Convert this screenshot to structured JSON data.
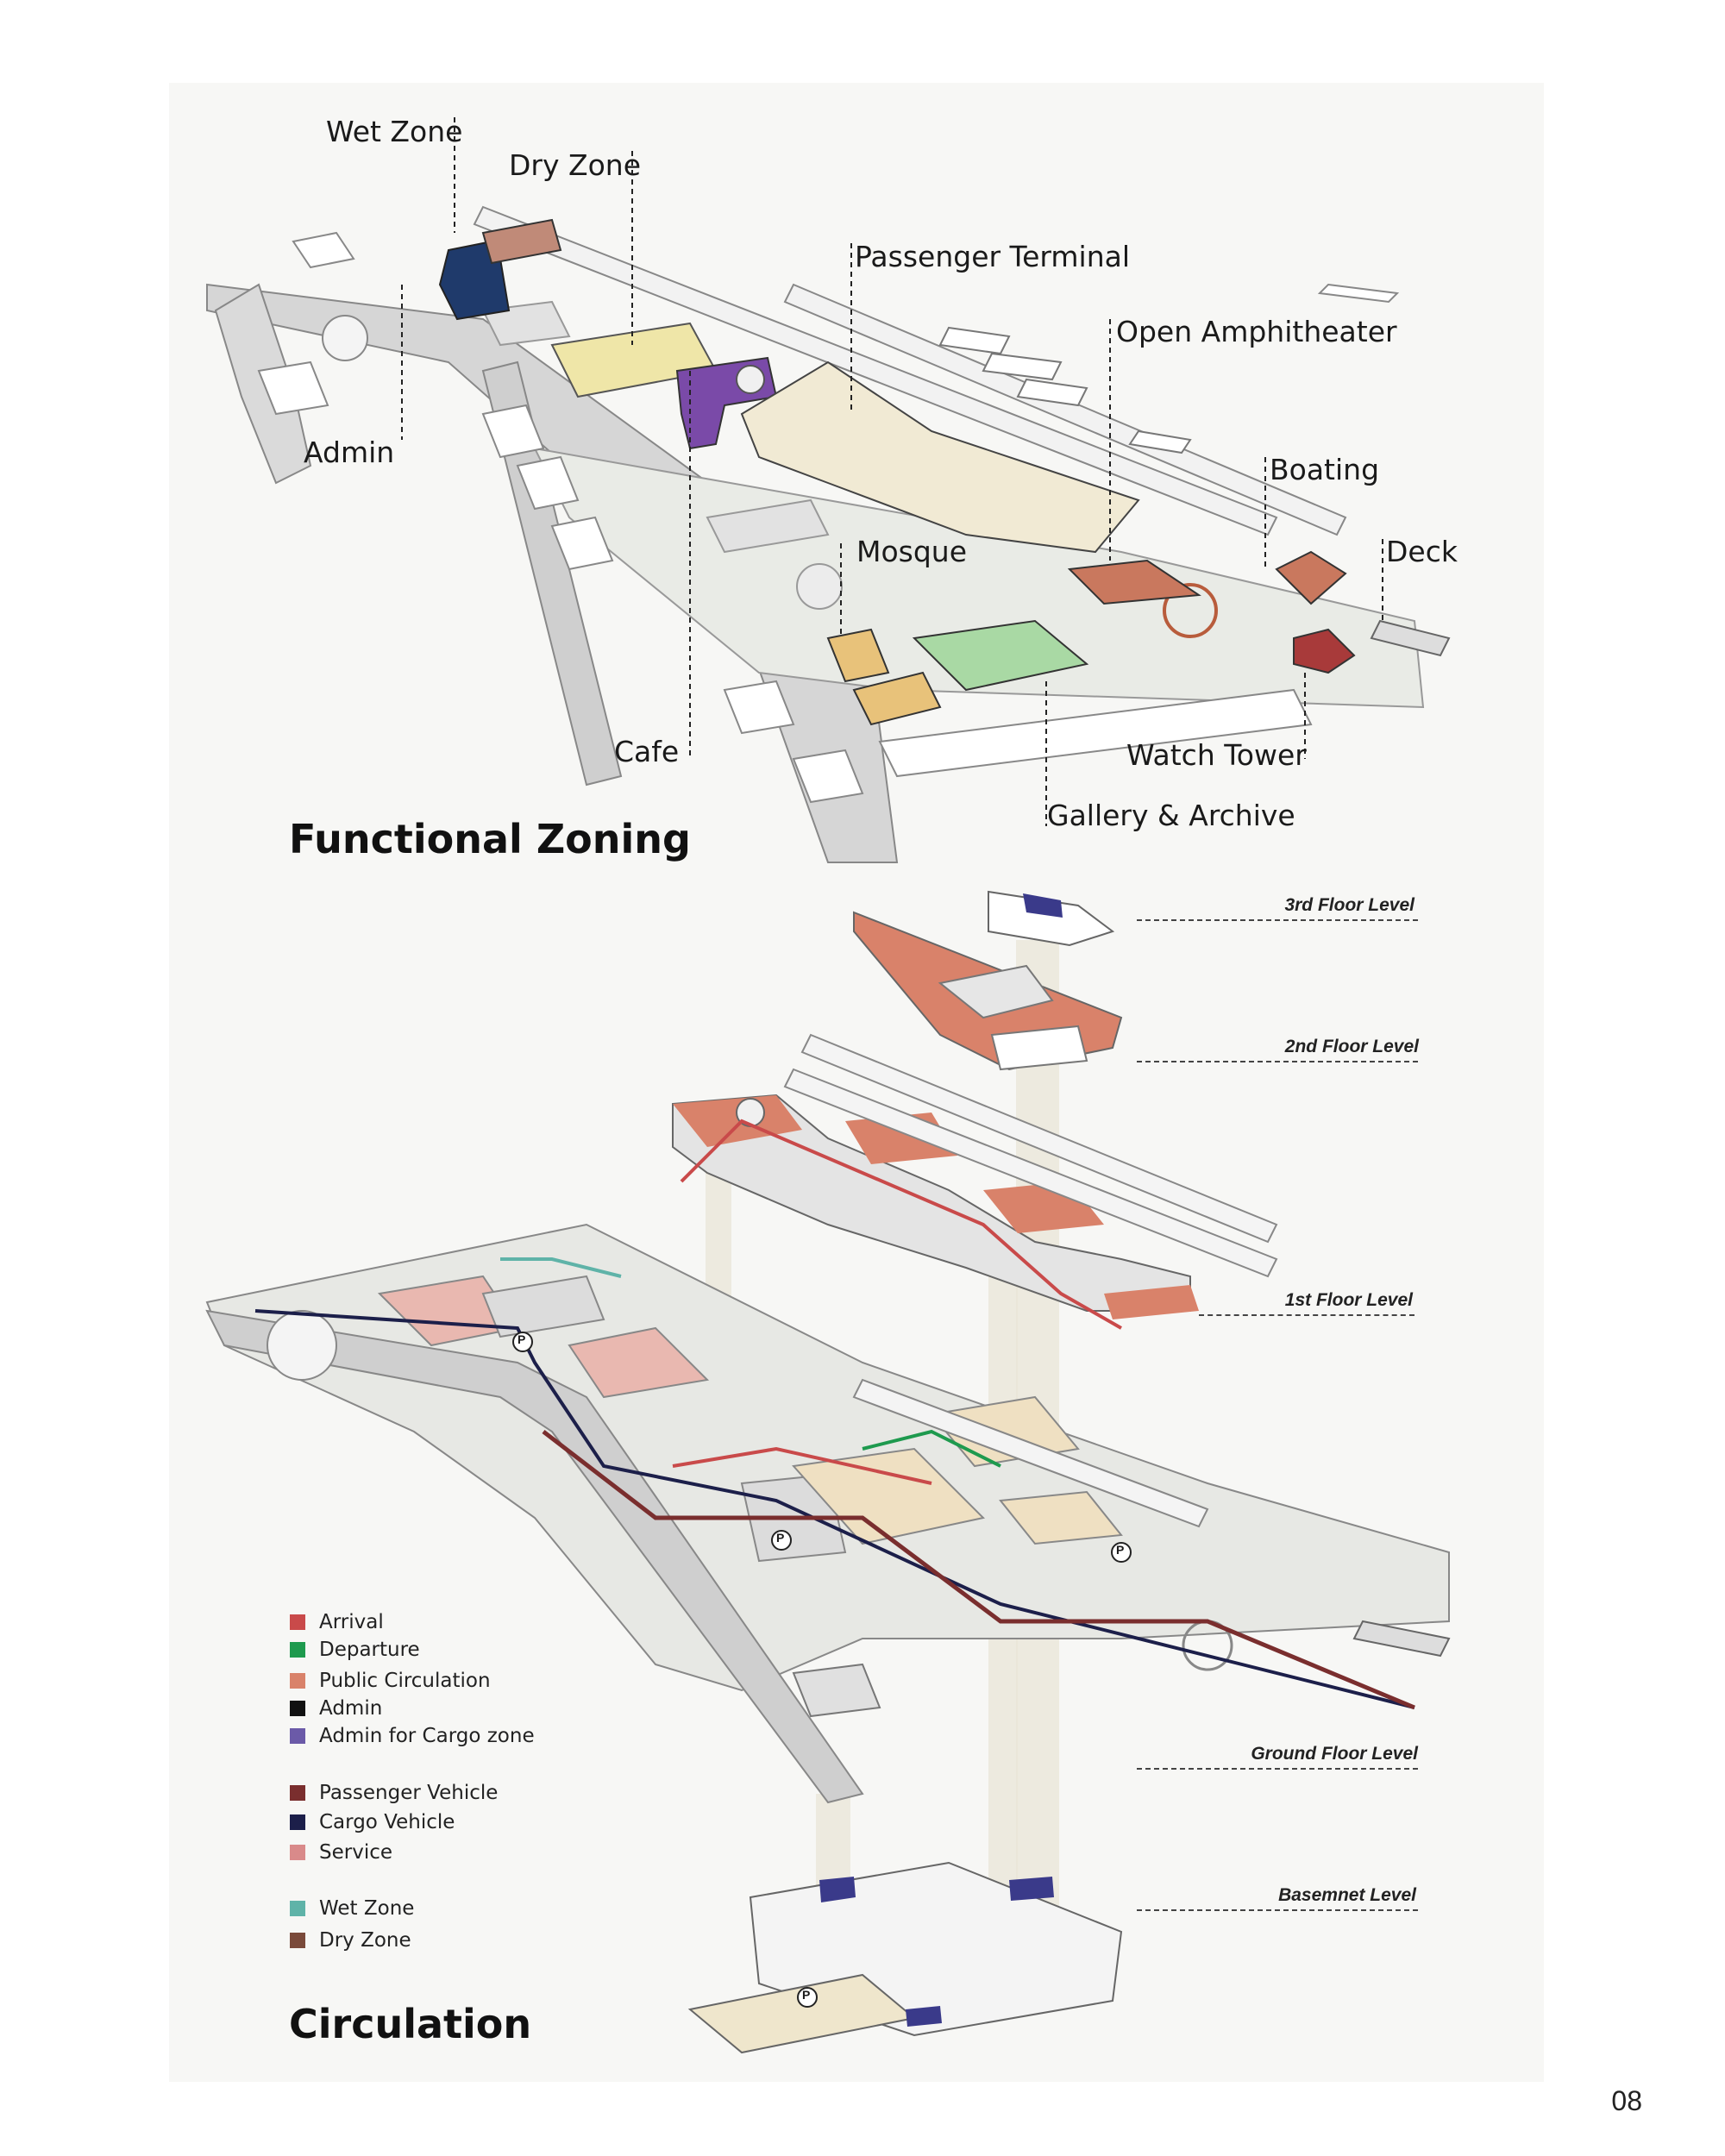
{
  "functional_zoning": {
    "title": "Functional Zoning",
    "labels": {
      "wet_zone": "Wet Zone",
      "dry_zone": "Dry Zone",
      "passenger_terminal": "Passenger Terminal",
      "open_amphitheater": "Open Amphitheater",
      "boating": "Boating",
      "deck": "Deck",
      "admin": "Admin",
      "mosque": "Mosque",
      "cafe": "Cafe",
      "watch_tower": "Watch Tower",
      "gallery_archive": "Gallery & Archive"
    },
    "colors": {
      "admin": "#1f3a6b",
      "wet_zone": "#c08a78",
      "dry_zone": "#efe6a8",
      "cafe": "#7a4aa8",
      "terminal": "#f1ead4",
      "mosque": "#e8c27a",
      "gallery": "#a9d9a4",
      "amphitheater": "#c9785e",
      "watch_tower": "#a83a3a"
    }
  },
  "circulation": {
    "title": "Circulation",
    "levels": [
      "3rd Floor Level",
      "2nd Floor Level",
      "1st Floor Level",
      "Ground Floor Level",
      "Basemnet Level"
    ],
    "legend": [
      {
        "label": "Arrival",
        "color": "#c94a4a"
      },
      {
        "label": "Departure",
        "color": "#1e9a4e"
      },
      {
        "label": "Public Circulation",
        "color": "#d9826a"
      },
      {
        "label": "Admin",
        "color": "#111111"
      },
      {
        "label": "Admin for Cargo zone",
        "color": "#6b5aa8"
      },
      {
        "label": "Passenger Vehicle",
        "color": "#7a2e2e"
      },
      {
        "label": "Cargo Vehicle",
        "color": "#1c1f4a"
      },
      {
        "label": "Service",
        "color": "#d98a8a"
      },
      {
        "label": "Wet Zone",
        "color": "#5fb3a8"
      },
      {
        "label": "Dry Zone",
        "color": "#7a4a3a"
      }
    ],
    "parking_symbol": "P"
  },
  "page_number": "08"
}
